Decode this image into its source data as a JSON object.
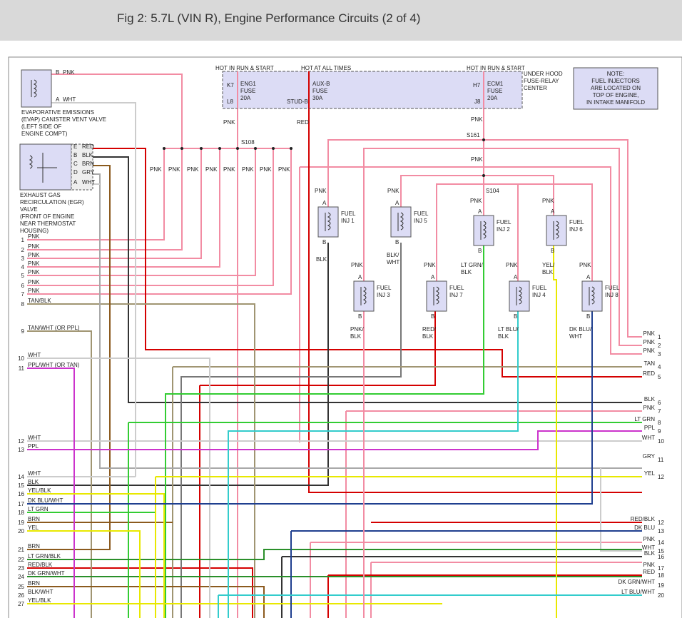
{
  "title": "Fig 2: 5.7L (VIN R), Engine Performance Circuits (2 of 4)",
  "colors": {
    "pink": "#f28ca3",
    "red": "#d40000",
    "black": "#333333",
    "tan": "#a09572",
    "brown": "#8b5a1e",
    "gray": "#a8a8a8",
    "white_wire": "#cccccc",
    "green": "#33cc33",
    "purple": "#cc33cc",
    "yellow": "#e8e800",
    "blue": "#1f3f8f",
    "cyan": "#33cccc",
    "dkgreen": "#2a8f2a",
    "fuse_fill": "#dcdcf5",
    "component_fill": "#dcdcf5"
  },
  "fuse_box": {
    "hot_labels": [
      "HOT IN RUN & START",
      "HOT AT ALL TIMES",
      "HOT IN RUN & START"
    ],
    "fuses": [
      {
        "pos_top": "K7",
        "name": "ENG1",
        "kind": "FUSE",
        "rating": "20A",
        "pos_bot": "L8"
      },
      {
        "pos_top": "",
        "name": "AUX-B",
        "kind": "FUSE",
        "rating": "30A",
        "pos_bot": "STUD-B"
      },
      {
        "pos_top": "H7",
        "name": "ECM1",
        "kind": "FUSE",
        "rating": "20A",
        "pos_bot": "J8"
      }
    ],
    "label_lines": [
      "UNDER HOOD",
      "FUSE-RELAY",
      "CENTER"
    ]
  },
  "note": [
    "NOTE:",
    "FUEL INJECTORS",
    "ARE LOCATED ON",
    "TOP OF ENGINE,",
    "IN INTAKE MANIFOLD"
  ],
  "evap": {
    "pins": [
      {
        "pin": "B",
        "color": "PNK"
      },
      {
        "pin": "A",
        "color": "WHT"
      }
    ],
    "label_lines": [
      "EVAPORATIVE EMISSIONS",
      "(EVAP) CANISTER VENT VALVE",
      "(LEFT SIDE OF",
      "ENGINE COMPT)"
    ]
  },
  "egr": {
    "pins": [
      {
        "pin": "E",
        "color": "RED"
      },
      {
        "pin": "B",
        "color": "BLK"
      },
      {
        "pin": "C",
        "color": "BRN"
      },
      {
        "pin": "D",
        "color": "GRY"
      },
      {
        "pin": "A",
        "color": "WHT"
      }
    ],
    "label_lines": [
      "EXHAUST GAS",
      "RECIRCULATION (EGR)",
      "VALVE",
      "(FRONT OF ENGINE",
      "NEAR THERMOSTAT",
      "HOUSING)"
    ]
  },
  "splices": {
    "s108": "S108",
    "s161": "S161",
    "s104": "S104"
  },
  "wire_labels": {
    "pnk": "PNK",
    "red": "RED",
    "blk": "BLK",
    "blk_wht": "BLK/\nWHT",
    "ltgrn_blk": "LT GRN/\nBLK",
    "yel_blk": "YEL/\nBLK",
    "pnk_blk": "PNK/\nBLK",
    "red_blk": "RED/\nBLK",
    "ltblu_blk": "LT BLU/\nBLK",
    "dkblu_wht": "DK BLU/\nWHT"
  },
  "injectors": [
    {
      "name": "FUEL\nINJ 1"
    },
    {
      "name": "FUEL\nINJ 5"
    },
    {
      "name": "FUEL\nINJ 2"
    },
    {
      "name": "FUEL\nINJ 6"
    },
    {
      "name": "FUEL\nINJ 3"
    },
    {
      "name": "FUEL\nINJ 7"
    },
    {
      "name": "FUEL\nINJ 4"
    },
    {
      "name": "FUEL\nINJ 8"
    }
  ],
  "pin_a": "A",
  "pin_b": "B",
  "left_connector": [
    {
      "num": "1",
      "label": "PNK"
    },
    {
      "num": "2",
      "label": "PNK"
    },
    {
      "num": "3",
      "label": "PNK"
    },
    {
      "num": "4",
      "label": "PNK"
    },
    {
      "num": "5",
      "label": "PNK"
    },
    {
      "num": "6",
      "label": "PNK"
    },
    {
      "num": "7",
      "label": "PNK"
    },
    {
      "num": "8",
      "label": "TAN/BLK"
    },
    {
      "num": "9",
      "label": "TAN/WHT (OR PPL)"
    },
    {
      "num": "10",
      "label": "WHT"
    },
    {
      "num": "11",
      "label": "PPL/WHT (OR TAN)"
    },
    {
      "num": "12",
      "label": "WHT"
    },
    {
      "num": "13",
      "label": "PPL"
    },
    {
      "num": "14",
      "label": "WHT"
    },
    {
      "num": "15",
      "label": "BLK"
    },
    {
      "num": "16",
      "label": "YEL/BLK"
    },
    {
      "num": "17",
      "label": "DK BLU/WHT"
    },
    {
      "num": "18",
      "label": "LT GRN"
    },
    {
      "num": "19",
      "label": "BRN"
    },
    {
      "num": "20",
      "label": "YEL"
    },
    {
      "num": "21",
      "label": "BRN"
    },
    {
      "num": "22",
      "label": "LT GRN/BLK"
    },
    {
      "num": "23",
      "label": "RED/BLK"
    },
    {
      "num": "24",
      "label": "DK GRN/WHT"
    },
    {
      "num": "25",
      "label": "BRN"
    },
    {
      "num": "26",
      "label": "BLK/WHT"
    },
    {
      "num": "27",
      "label": "YEL/BLK"
    }
  ],
  "right_connector_a": [
    {
      "num": "1",
      "label": "PNK"
    },
    {
      "num": "2",
      "label": "PNK"
    },
    {
      "num": "3",
      "label": "PNK"
    },
    {
      "num": "4",
      "label": "TAN"
    },
    {
      "num": "5",
      "label": "RED"
    }
  ],
  "right_connector_b": [
    {
      "num": "6",
      "label": "BLK"
    },
    {
      "num": "7",
      "label": "PNK"
    },
    {
      "num": "8",
      "label": "LT GRN"
    },
    {
      "num": "9",
      "label": "PPL"
    },
    {
      "num": "10",
      "label": "WHT"
    },
    {
      "num": "11",
      "label": "GRY"
    },
    {
      "num": "12",
      "label": "YEL"
    }
  ],
  "right_connector_c": [
    {
      "num": "12",
      "label": "RED/BLK"
    },
    {
      "num": "13",
      "label": "DK BLU"
    },
    {
      "num": "14",
      "label": "PNK"
    },
    {
      "num": "15",
      "label": "WHT"
    },
    {
      "num": "16",
      "label": "BLK"
    },
    {
      "num": "17",
      "label": "PNK"
    },
    {
      "num": "18",
      "label": "RED"
    },
    {
      "num": "19",
      "label": "DK GRN/WHT"
    },
    {
      "num": "20",
      "label": "LT BLU/WHT"
    }
  ]
}
